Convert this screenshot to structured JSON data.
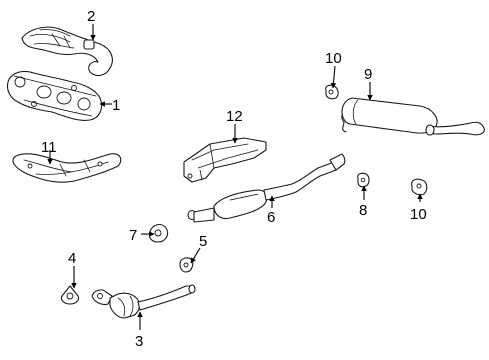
{
  "callouts": [
    {
      "id": "part-1",
      "label": "1"
    },
    {
      "id": "part-2",
      "label": "2"
    },
    {
      "id": "part-3",
      "label": "3"
    },
    {
      "id": "part-4",
      "label": "4"
    },
    {
      "id": "part-5",
      "label": "5"
    },
    {
      "id": "part-6",
      "label": "6"
    },
    {
      "id": "part-7",
      "label": "7"
    },
    {
      "id": "part-8",
      "label": "8"
    },
    {
      "id": "part-9",
      "label": "9"
    },
    {
      "id": "part-10a",
      "label": "10"
    },
    {
      "id": "part-10b",
      "label": "10"
    },
    {
      "id": "part-11",
      "label": "11"
    },
    {
      "id": "part-12",
      "label": "12"
    }
  ]
}
